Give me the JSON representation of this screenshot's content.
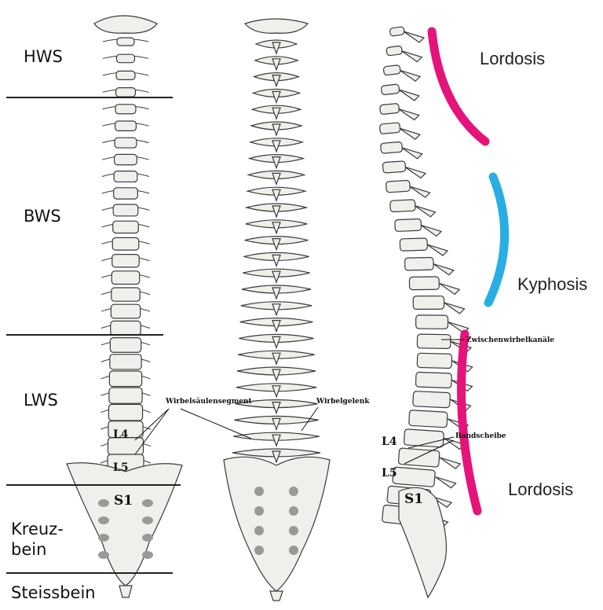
{
  "regions": {
    "hws": "HWS",
    "bws": "BWS",
    "lws": "LWS",
    "kreuzbein": "Kreuz-\nbein",
    "steissbein": "Steissbein"
  },
  "curves": {
    "upper_lordosis": "Lordosis",
    "kyphosis": "Kyphosis",
    "lower_lordosis": "Lordosis"
  },
  "annotations": {
    "wirbelsaeulensegment": "Wirbelsäulensegment",
    "wirbelgelenk": "Wirbelgelenk",
    "zwischenwirbelkanaele": "Zwischenwirbelkanäle",
    "bandscheibe": "Bandscheibe"
  },
  "vertebra_labels": {
    "front": {
      "l4": "L4",
      "l5": "L5",
      "s1": "S1"
    },
    "side": {
      "l4": "L4",
      "l5": "L5",
      "s1": "S1"
    }
  },
  "colors": {
    "lordosis": "#e5137a",
    "kyphosis": "#29aee3",
    "bone_fill": "#efefeb",
    "bone_stroke": "#3a3a3a"
  }
}
